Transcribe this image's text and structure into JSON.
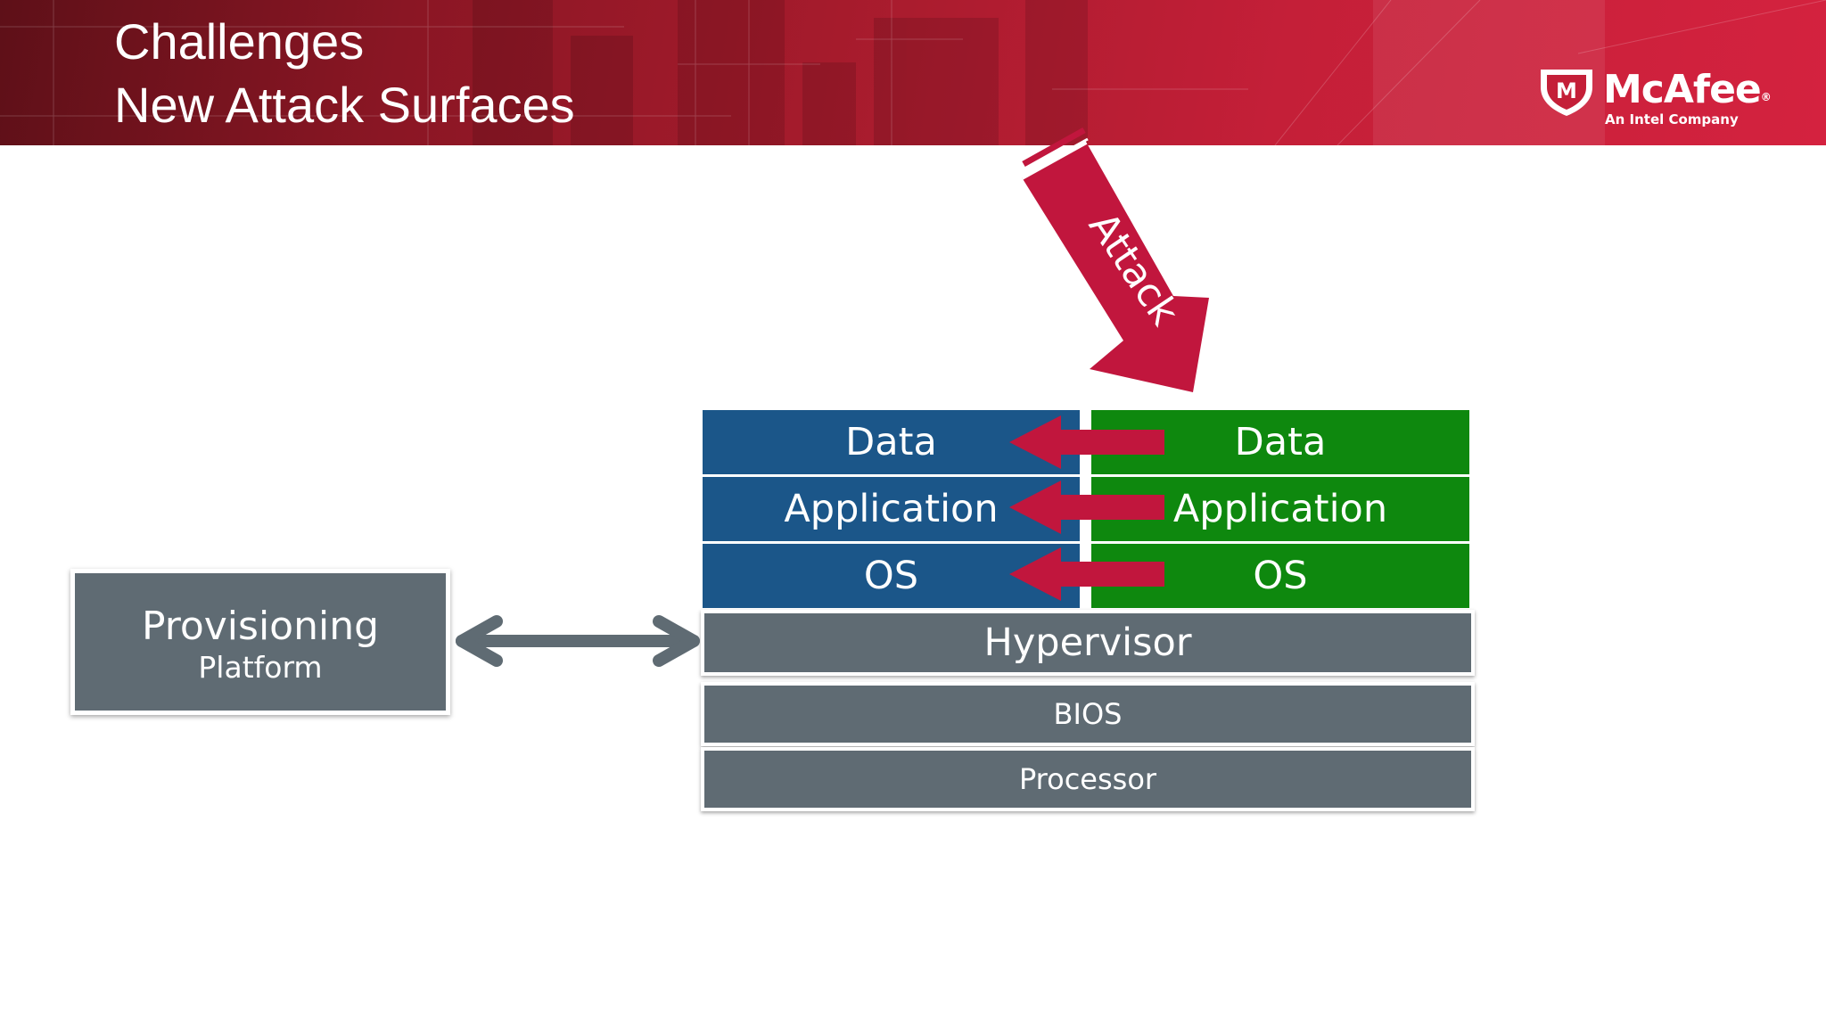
{
  "slide": {
    "title_line1": "Challenges",
    "title_line2": "New Attack Surfaces"
  },
  "logo": {
    "name": "McAfee",
    "registered_mark": "®",
    "tagline": "An Intel Company",
    "shield_letter": "M"
  },
  "diagram": {
    "attack_label": "Attack",
    "vm_left": {
      "data": "Data",
      "application": "Application",
      "os": "OS"
    },
    "vm_right": {
      "data": "Data",
      "application": "Application",
      "os": "OS"
    },
    "hypervisor": "Hypervisor",
    "bios": "BIOS",
    "processor": "Processor",
    "provisioning_line1": "Provisioning",
    "provisioning_line2": "Platform"
  },
  "colors": {
    "banner_red": "#c41f38",
    "attack_red": "#c1163d",
    "vm_blue": "#1b5689",
    "vm_green": "#0e880e",
    "layer_grey": "#5f6b73",
    "connector_grey": "#5f6b73"
  }
}
